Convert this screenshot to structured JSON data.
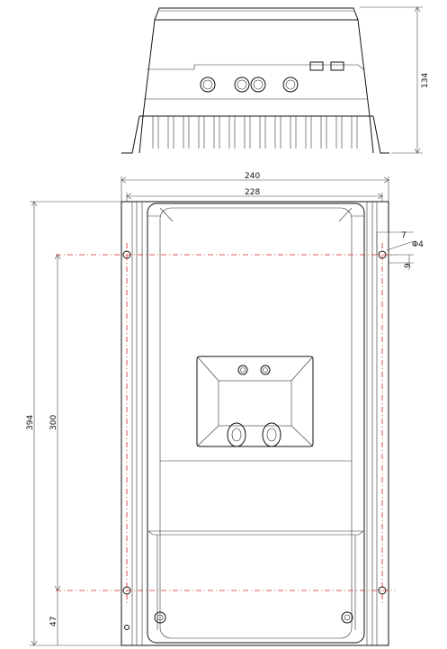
{
  "dimensions": {
    "side_height": "134",
    "overall_width": "240",
    "inner_width": "228",
    "overall_height": "394",
    "hole_spacing": "300",
    "bottom_offset": "47",
    "edge_offset": "7",
    "hole_diameter": "Φ4",
    "hole_offset": "9"
  },
  "colors": {
    "line": "#111111",
    "center_line": "#dd2222",
    "background": "#ffffff"
  }
}
